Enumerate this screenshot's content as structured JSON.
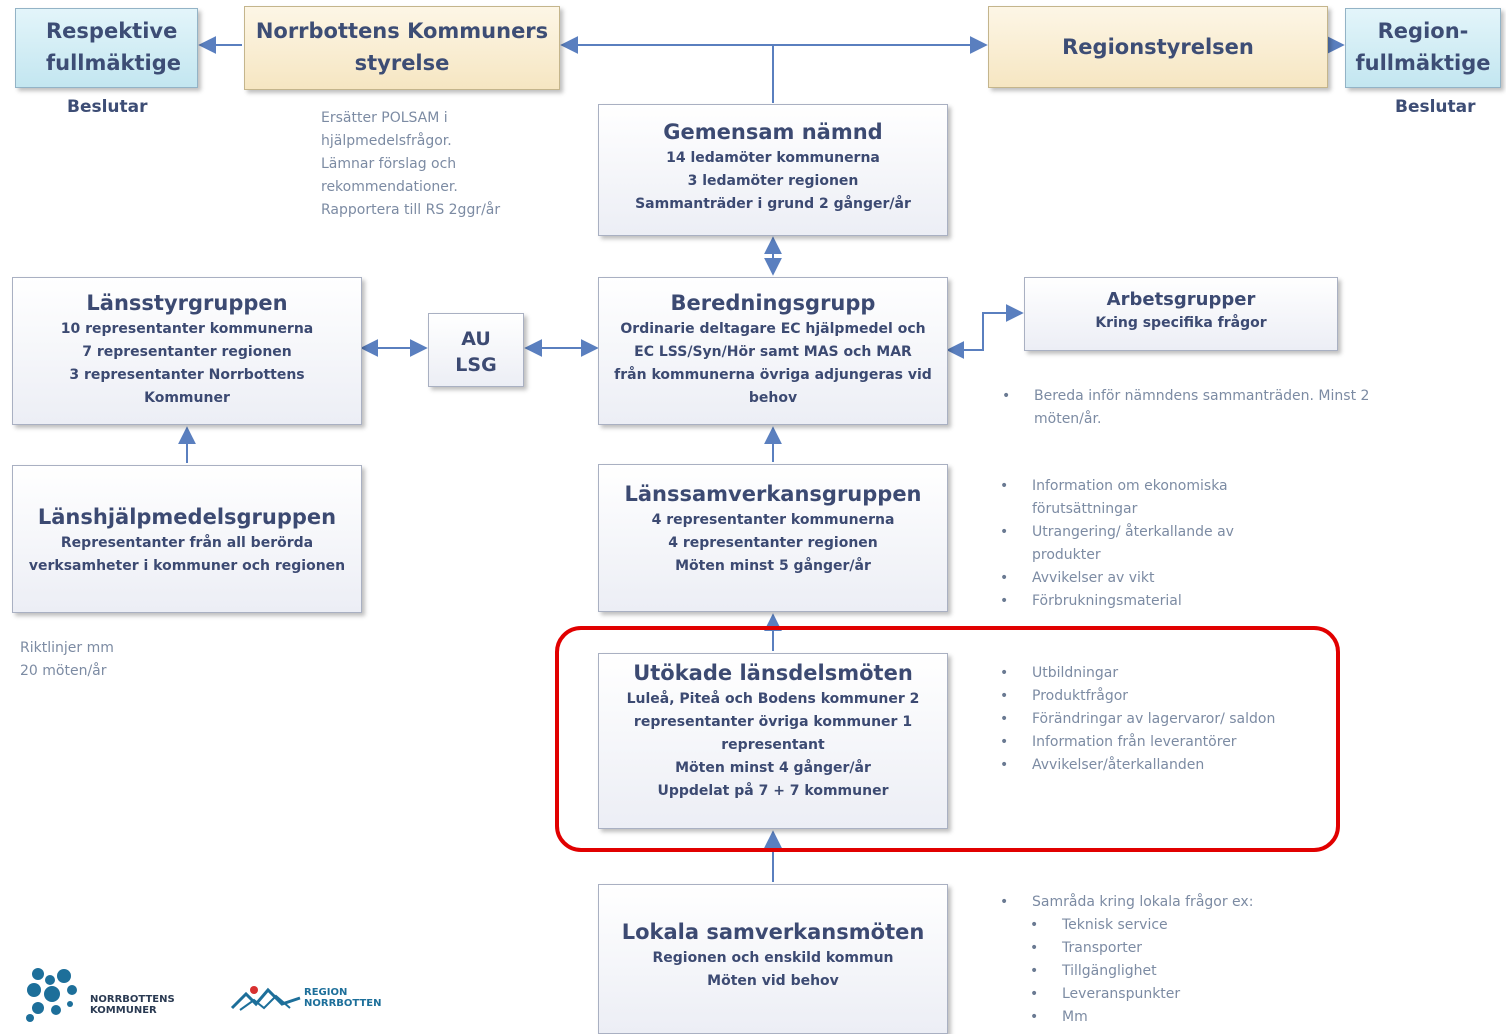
{
  "top": {
    "respektive": "Respektive fullmäktige",
    "nk_styrelse": "Norrbottens Kommuners styrelse",
    "regionstyrelsen": "Regionstyrelsen",
    "regionfullmaktige": "Region-fullmäktige",
    "beslutar_left": "Beslutar",
    "beslutar_right": "Beslutar"
  },
  "nk_note": [
    "Ersätter POLSAM i",
    "hjälpmedelsfrågor.",
    "Lämnar förslag och",
    "rekommendationer.",
    "Rapportera till RS 2ggr/år"
  ],
  "gemensam": {
    "title": "Gemensam nämnd",
    "lines": [
      "14 ledamöter kommunerna",
      "3 ledamöter regionen",
      "Sammanträder i grund 2 gånger/år"
    ]
  },
  "lansstyr": {
    "title": "Länsstyrgruppen",
    "lines": [
      "10 representanter kommunerna",
      "7 representanter regionen",
      "3 representanter Norrbottens",
      "Kommuner"
    ]
  },
  "au": {
    "line1": "AU",
    "line2": "LSG"
  },
  "beredning": {
    "title": "Beredningsgrupp",
    "lines": [
      "Ordinarie deltagare EC hjälpmedel och",
      "EC LSS/Syn/Hör samt MAS och MAR",
      "från kommunerna övriga adjungeras vid",
      "behov"
    ]
  },
  "arbets": {
    "title": "Arbetsgrupper",
    "subtitle": "Kring specifika frågor"
  },
  "beredning_note": [
    "Bereda inför nämndens sammanträden. Minst 2",
    "möten/år."
  ],
  "lanshj": {
    "title": "Länshjälpmedelsgruppen",
    "lines": [
      "Representanter från all berörda",
      "verksamheter i kommuner och regionen"
    ]
  },
  "lanshj_note": [
    "Riktlinjer mm",
    "20 möten/år"
  ],
  "lanssam": {
    "title": "Länssamverkansgruppen",
    "lines": [
      "4 representanter kommunerna",
      "4 representanter regionen",
      "Möten minst 5 gånger/år"
    ]
  },
  "lanssam_bullets": [
    "Information om ekonomiska förutsättningar",
    "Utrangering/ återkallande av produkter",
    "Avvikelser av vikt",
    "Förbrukningsmaterial"
  ],
  "utokade": {
    "title": "Utökade länsdelsmöten",
    "lines": [
      "Luleå, Piteå och Bodens kommuner 2",
      "representanter övriga kommuner 1",
      "representant",
      "Möten minst 4 gånger/år",
      "Uppdelat på 7 + 7 kommuner"
    ]
  },
  "utokade_bullets": [
    "Utbildningar",
    "Produktfrågor",
    "Förändringar av lagervaror/ saldon",
    "Information från leverantörer",
    "Avvikelser/återkallanden"
  ],
  "lokala": {
    "title": "Lokala samverkansmöten",
    "lines": [
      "Regionen och enskild kommun",
      "Möten vid behov"
    ]
  },
  "lokala_bullets": {
    "main": "Samråda kring lokala frågor ex:",
    "subs": [
      "Teknisk service",
      "Transporter",
      "Tillgänglighet",
      "Leveranspunkter",
      "Mm"
    ]
  },
  "logos": {
    "nk": [
      "NORRBOTTENS",
      "KOMMUNER"
    ],
    "region": [
      "REGION",
      "NORRBOTTEN"
    ]
  },
  "colors": {
    "box_text": "#3c4a72",
    "arrow": "#5a7fbf",
    "highlight": "#e10000",
    "note_text": "#7c8ba3"
  }
}
